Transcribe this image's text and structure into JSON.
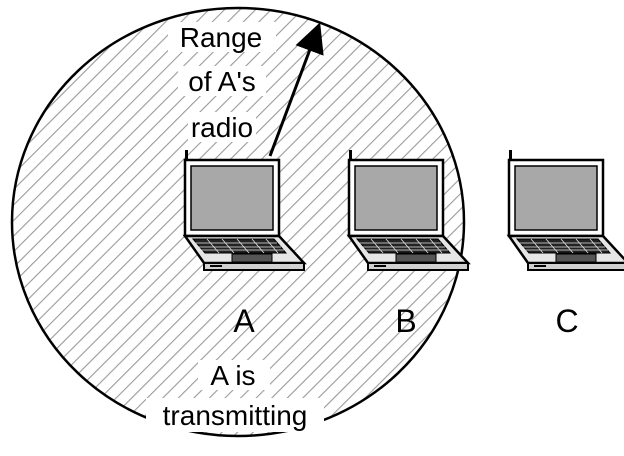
{
  "range_label": [
    "Range",
    "of A's",
    "radio"
  ],
  "transmit_label": [
    "A is",
    "transmitting"
  ],
  "laptops": [
    {
      "id": "A",
      "label": "A"
    },
    {
      "id": "B",
      "label": "B"
    },
    {
      "id": "C",
      "label": "C"
    }
  ],
  "colors": {
    "hatch": "#9a9a9a",
    "outline": "#000000",
    "screen": "#a8a8a8",
    "body": "#e6e6e6",
    "keys": "#222222",
    "touchpad": "#555555"
  }
}
